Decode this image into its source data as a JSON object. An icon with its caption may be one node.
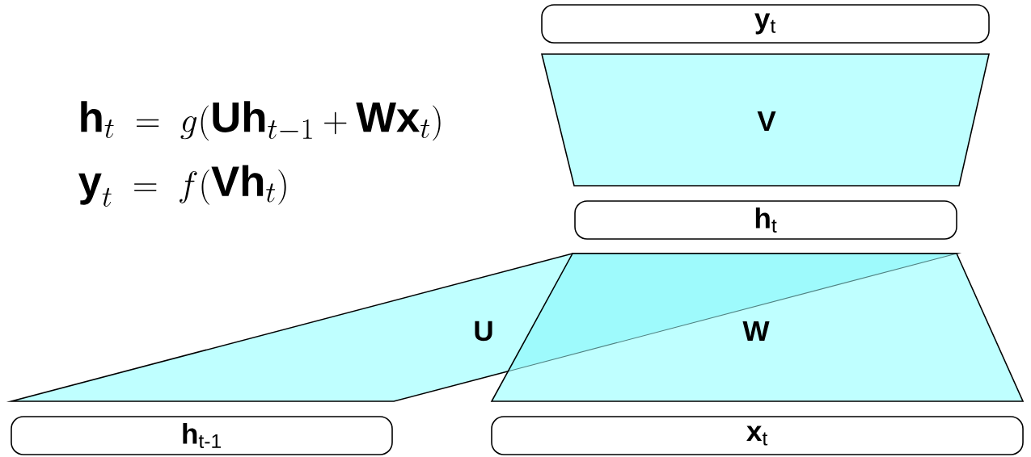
{
  "diagram": {
    "nodes": [
      {
        "text": [
          "**y**$_{t}$"
        ]
      },
      {
        "text": [
          "**V**"
        ]
      },
      {
        "text": [
          "**h**$_{t}$"
        ]
      },
      {
        "text": [
          "**U**"
        ]
      },
      {
        "text": [
          "**W**"
        ]
      },
      {
        "text": [
          "**h**$_{t-1}$"
        ]
      },
      {
        "text": [
          "**x**$_{t}$"
        ]
      }
    ],
    "labels": [
      "\\textbf{h}_t \\;=\\; g(\\textbf{U}\\textbf{h}_{t-1} + \\textbf{W}\\textbf{x}_t)",
      "\\textbf{y}_t \\;=\\; f(\\textbf{V}\\textbf{h}_t)"
    ]
  }
}
